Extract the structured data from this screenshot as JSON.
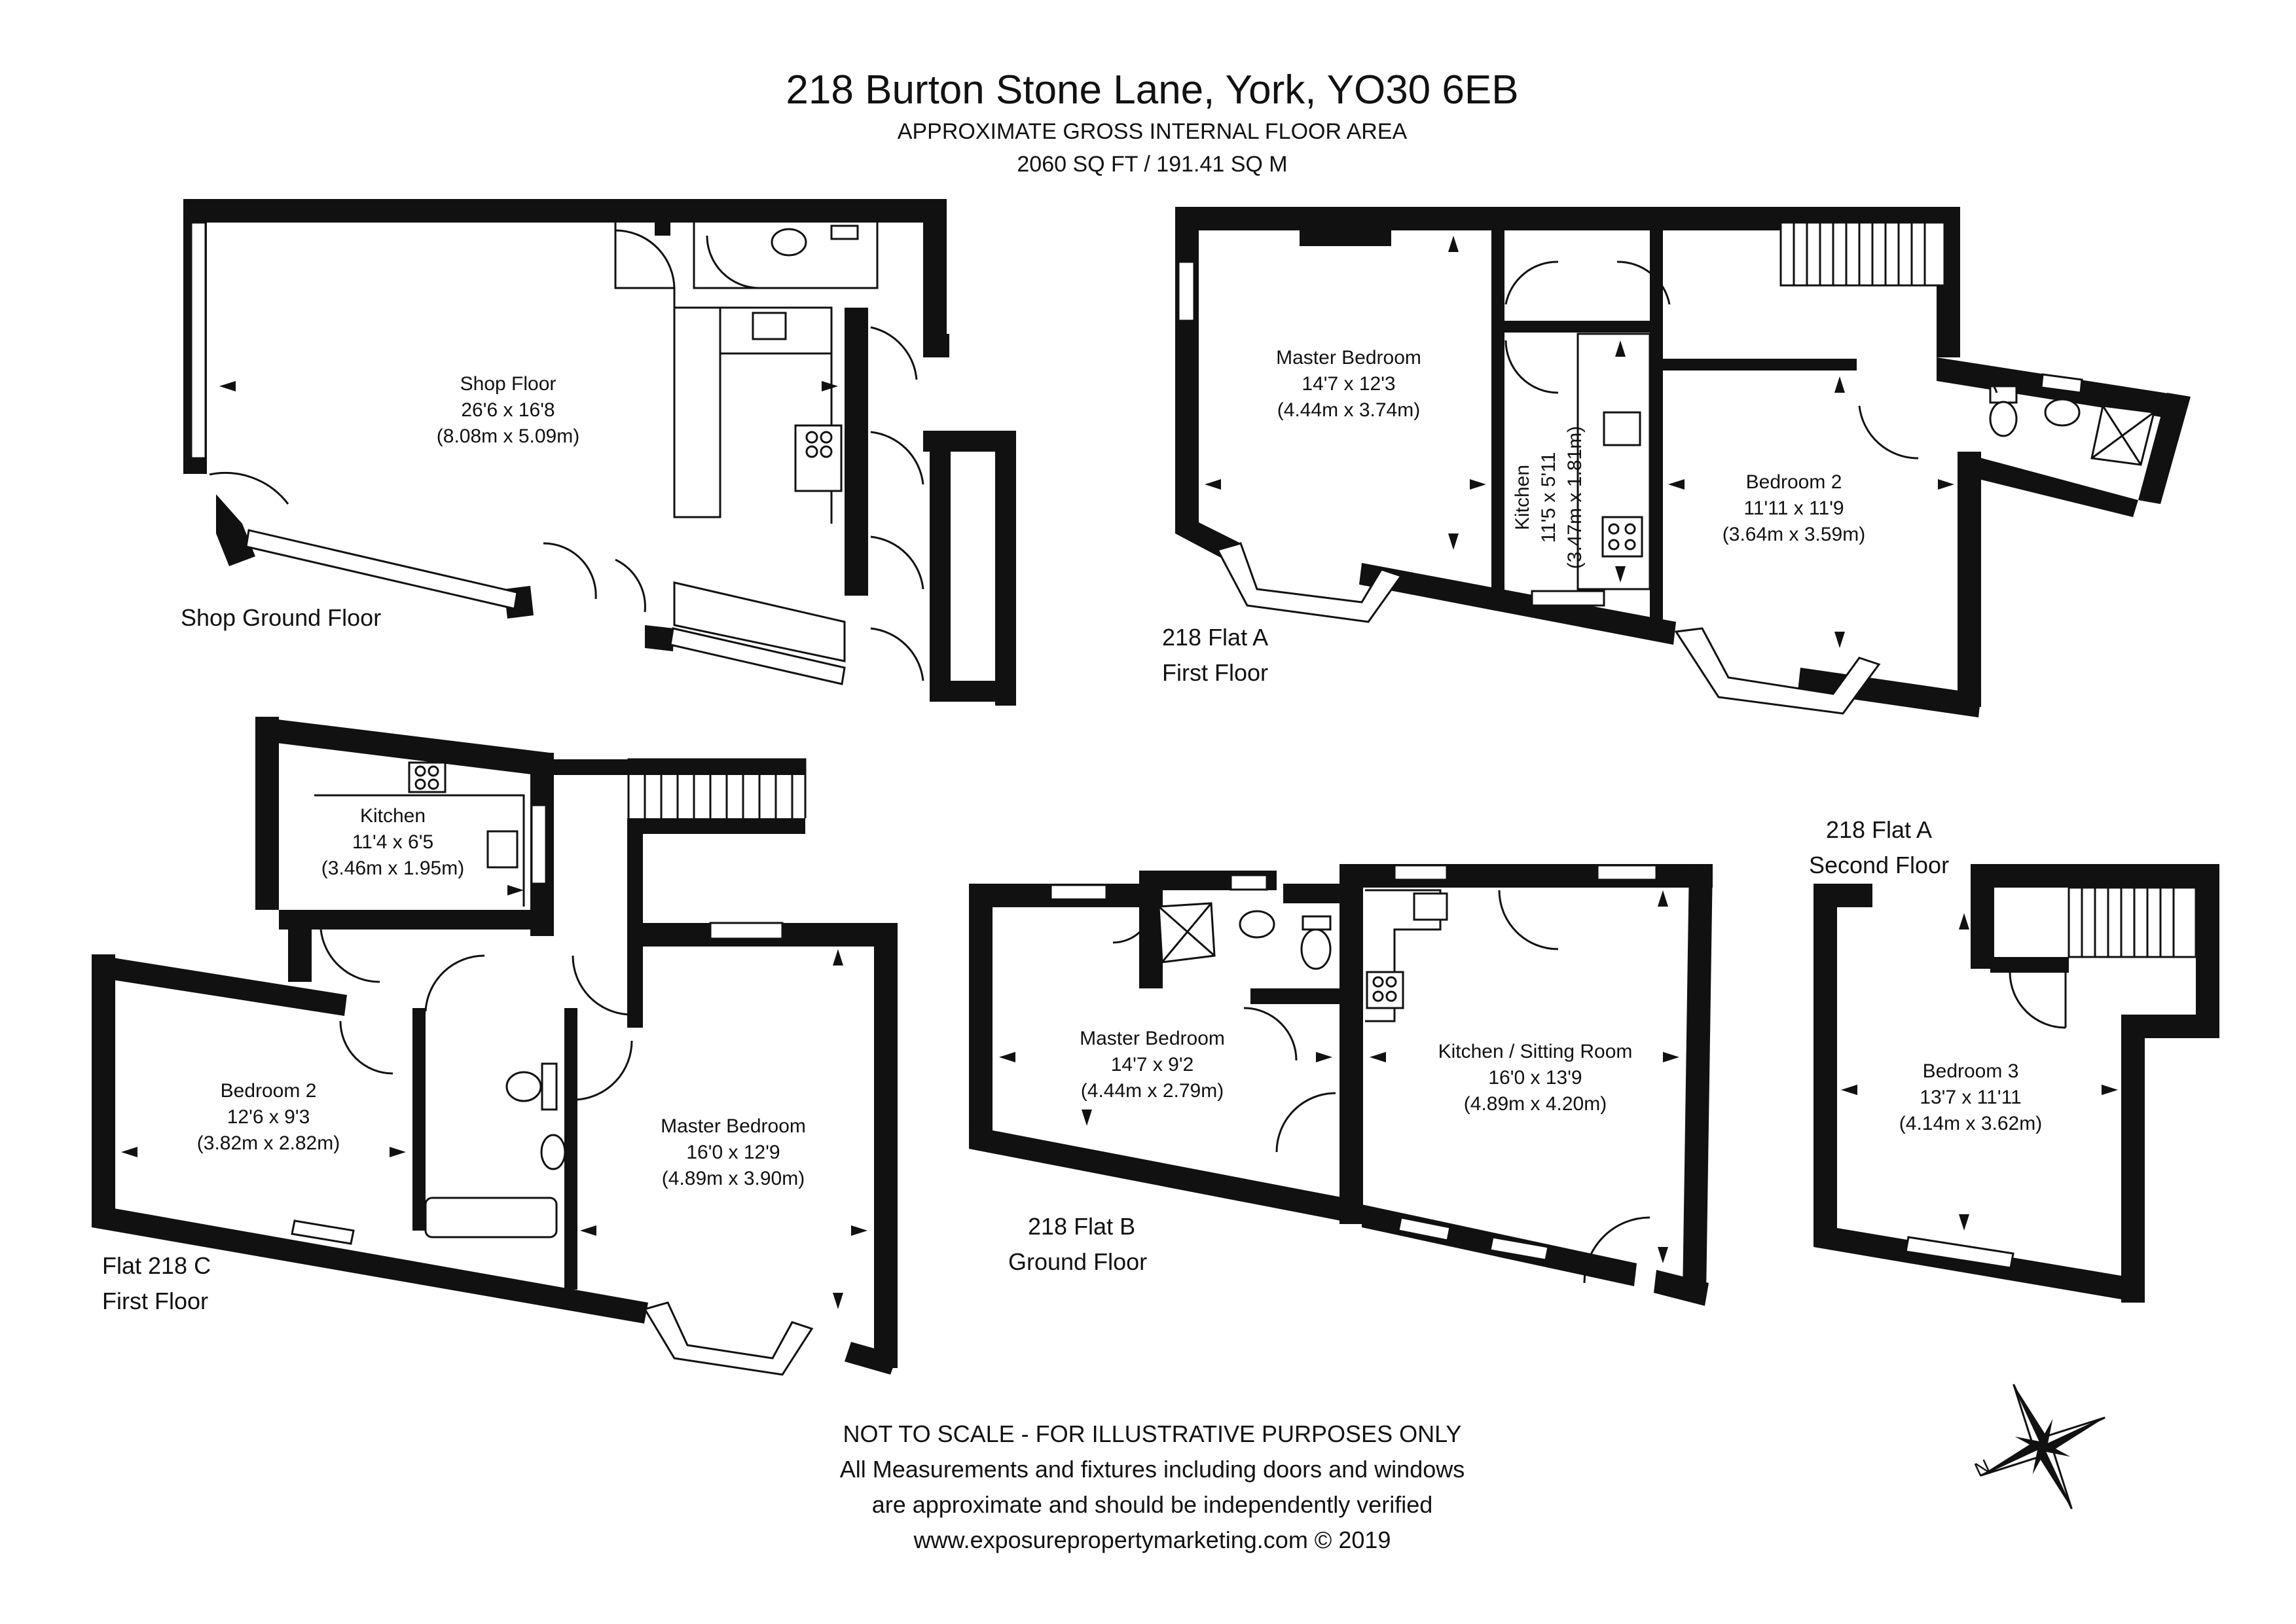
{
  "header": {
    "title": "218 Burton Stone Lane, York, YO30 6EB",
    "subtitle": "APPROXIMATE GROSS INTERNAL FLOOR AREA",
    "area": "2060 SQ FT / 191.41 SQ M"
  },
  "plans": {
    "shop": {
      "floor_label": "Shop Ground Floor",
      "rooms": [
        {
          "name": "Shop Floor",
          "imperial": "26'6 x 16'8",
          "metric": "(8.08m x 5.09m)"
        }
      ]
    },
    "flat_a_first": {
      "floor_label_line1": "218 Flat A",
      "floor_label_line2": "First Floor",
      "rooms": [
        {
          "name": "Master Bedroom",
          "imperial": "14'7 x 12'3",
          "metric": "(4.44m x 3.74m)"
        },
        {
          "name": "Kitchen",
          "imperial": "11'5 x 5'11",
          "metric": "(3.47m x 1.81m)"
        },
        {
          "name": "Bedroom 2",
          "imperial": "11'11 x 11'9",
          "metric": "(3.64m x 3.59m)"
        }
      ]
    },
    "flat_c_first": {
      "floor_label_line1": "Flat 218 C",
      "floor_label_line2": "First Floor",
      "rooms": [
        {
          "name": "Kitchen",
          "imperial": "11'4 x 6'5",
          "metric": "(3.46m x 1.95m)"
        },
        {
          "name": "Bedroom 2",
          "imperial": "12'6 x 9'3",
          "metric": "(3.82m x 2.82m)"
        },
        {
          "name": "Master Bedroom",
          "imperial": "16'0 x 12'9",
          "metric": "(4.89m x 3.90m)"
        }
      ]
    },
    "flat_b_ground": {
      "floor_label_line1": "218 Flat B",
      "floor_label_line2": "Ground Floor",
      "rooms": [
        {
          "name": "Master Bedroom",
          "imperial": "14'7 x 9'2",
          "metric": "(4.44m x 2.79m)"
        },
        {
          "name": "Kitchen / Sitting Room",
          "imperial": "16'0 x 13'9",
          "metric": "(4.89m x 4.20m)"
        }
      ]
    },
    "flat_a_second": {
      "floor_label_line1": "218 Flat A",
      "floor_label_line2": "Second Floor",
      "rooms": [
        {
          "name": "Bedroom 3",
          "imperial": "13'7 x 11'11",
          "metric": "(4.14m x 3.62m)"
        }
      ]
    }
  },
  "footer": {
    "line1": "NOT TO SCALE - FOR ILLUSTRATIVE PURPOSES ONLY",
    "line2": "All Measurements and fixtures including doors and windows",
    "line3": "are approximate and should be independently verified",
    "line4": "www.exposurepropertymarketing.com © 2019"
  },
  "compass": {
    "label": "N",
    "icon": "compass-rose-icon"
  }
}
